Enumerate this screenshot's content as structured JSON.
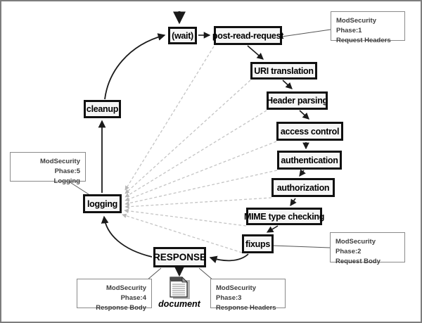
{
  "boxes": {
    "wait": "(wait)",
    "post_read_request": "post-read-request",
    "uri_translation": "URI translation",
    "header_parsing": "Header parsing",
    "access_control": "access control",
    "authentication": "authentication",
    "authorization": "authorization",
    "mime_type_checking": "MIME type checking",
    "fixups": "fixups",
    "response": "RESPONSE",
    "logging": "logging",
    "cleanup": "cleanup"
  },
  "annotations": {
    "phase1": {
      "line1": "ModSecurity Phase:1",
      "line2": "Request Headers"
    },
    "phase2": {
      "line1": "ModSecurity Phase:2",
      "line2": "Request Body"
    },
    "phase3": {
      "line1": "ModSecurity Phase:3",
      "line2": "Response Headers"
    },
    "phase4": {
      "line1": "ModSecurity Phase:4",
      "line2": "Response Body"
    },
    "phase5": {
      "line1": "ModSecurity Phase:5",
      "line2": "Logging"
    }
  },
  "labels": {
    "document": "document"
  },
  "icons": {
    "document_icon": "document-icon"
  },
  "colors": {
    "flow_arrow": "#1a1a1a",
    "dashed_jump": "#c4c4c4",
    "connector": "#555555",
    "node_border": "#111111",
    "note_border": "#8a8a8a",
    "note_text": "#3d3d3d",
    "frame": "#7d7d7d"
  }
}
